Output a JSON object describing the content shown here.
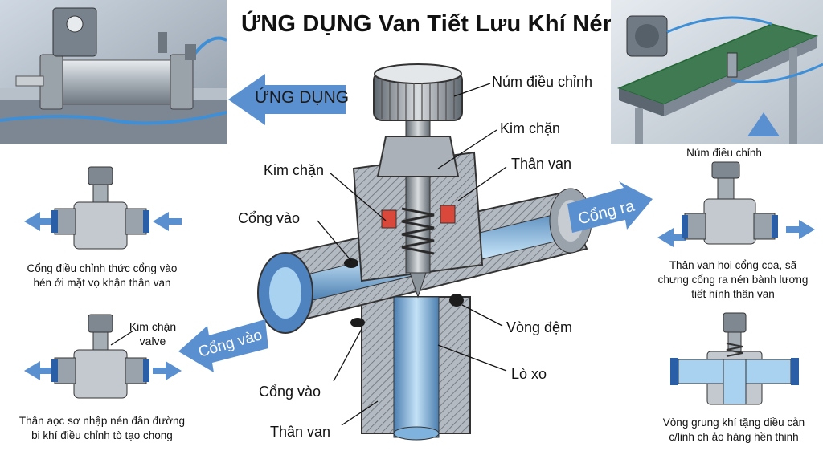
{
  "title": "ỨNG DỤNG Van Tiết Lưu Khí Nén",
  "arrows": {
    "ung_dung": "ỨNG DỤNG",
    "cong_ra": "Cổng ra",
    "cong_vao": "Cổng vào"
  },
  "main_labels": {
    "num_dieu_chinh": "Núm điều chỉnh",
    "kim_chan_right": "Kim chặn",
    "than_van_right": "Thân van",
    "kim_chan_left": "Kim chặn",
    "cong_vao_left": "Cổng vào",
    "vong_dem": "Vòng đệm",
    "lo_xo": "Lò xo",
    "cong_vao_bottom": "Cổng vào",
    "than_van_bottom": "Thân van"
  },
  "left_top_caption": [
    "Cổng điều chỉnh thức cổng vào",
    "hén ởi mặt vọ khận thân van"
  ],
  "left_bottom": {
    "callout": [
      "Kim chặn",
      "valve"
    ],
    "caption": [
      "Thân aọc sơ nhập nén đân đường",
      "bi khí điều chỉnh tò tạo chong"
    ]
  },
  "right_top": {
    "label": "Núm điều chỉnh",
    "caption": [
      "Thân van họi cổng coa, sã",
      "chưng cổng ra nén bành lương",
      "tiết hình thân van"
    ]
  },
  "right_bottom_caption": [
    "Vòng grung khí tặng diều cản",
    "c/linh ch ảo hàng hền thinh"
  ],
  "colors": {
    "arrow_blue": "#5a8fd0",
    "metal": "#a9b0b8",
    "pipe_blue": "#8fc1e8",
    "belt_green": "#3f7a52"
  }
}
